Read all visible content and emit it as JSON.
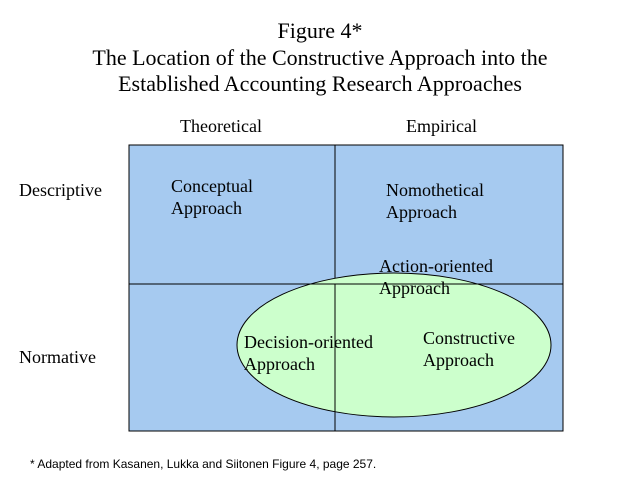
{
  "title": {
    "line1": "Figure 4*",
    "line2": "The Location of the Constructive Approach into the",
    "line3": "Established Accounting Research Approaches"
  },
  "columns": {
    "theoretical": "Theoretical",
    "empirical": "Empirical"
  },
  "rows": {
    "descriptive": "Descriptive",
    "normative": "Normative"
  },
  "approaches": {
    "conceptual": [
      "Conceptual",
      "Approach"
    ],
    "nomothetical": [
      "Nomothetical",
      "Approach"
    ],
    "action_oriented": [
      "Action-oriented",
      "Approach"
    ],
    "decision_oriented": [
      "Decision-oriented",
      "Approach"
    ],
    "constructive": [
      "Constructive",
      "Approach"
    ]
  },
  "footnote": "* Adapted from Kasanen, Lukka and Siitonen Figure 4, page 257.",
  "colors": {
    "grid_fill": "#a6caf0",
    "ellipse_fill": "#ccffcc",
    "lines": "#000000"
  }
}
